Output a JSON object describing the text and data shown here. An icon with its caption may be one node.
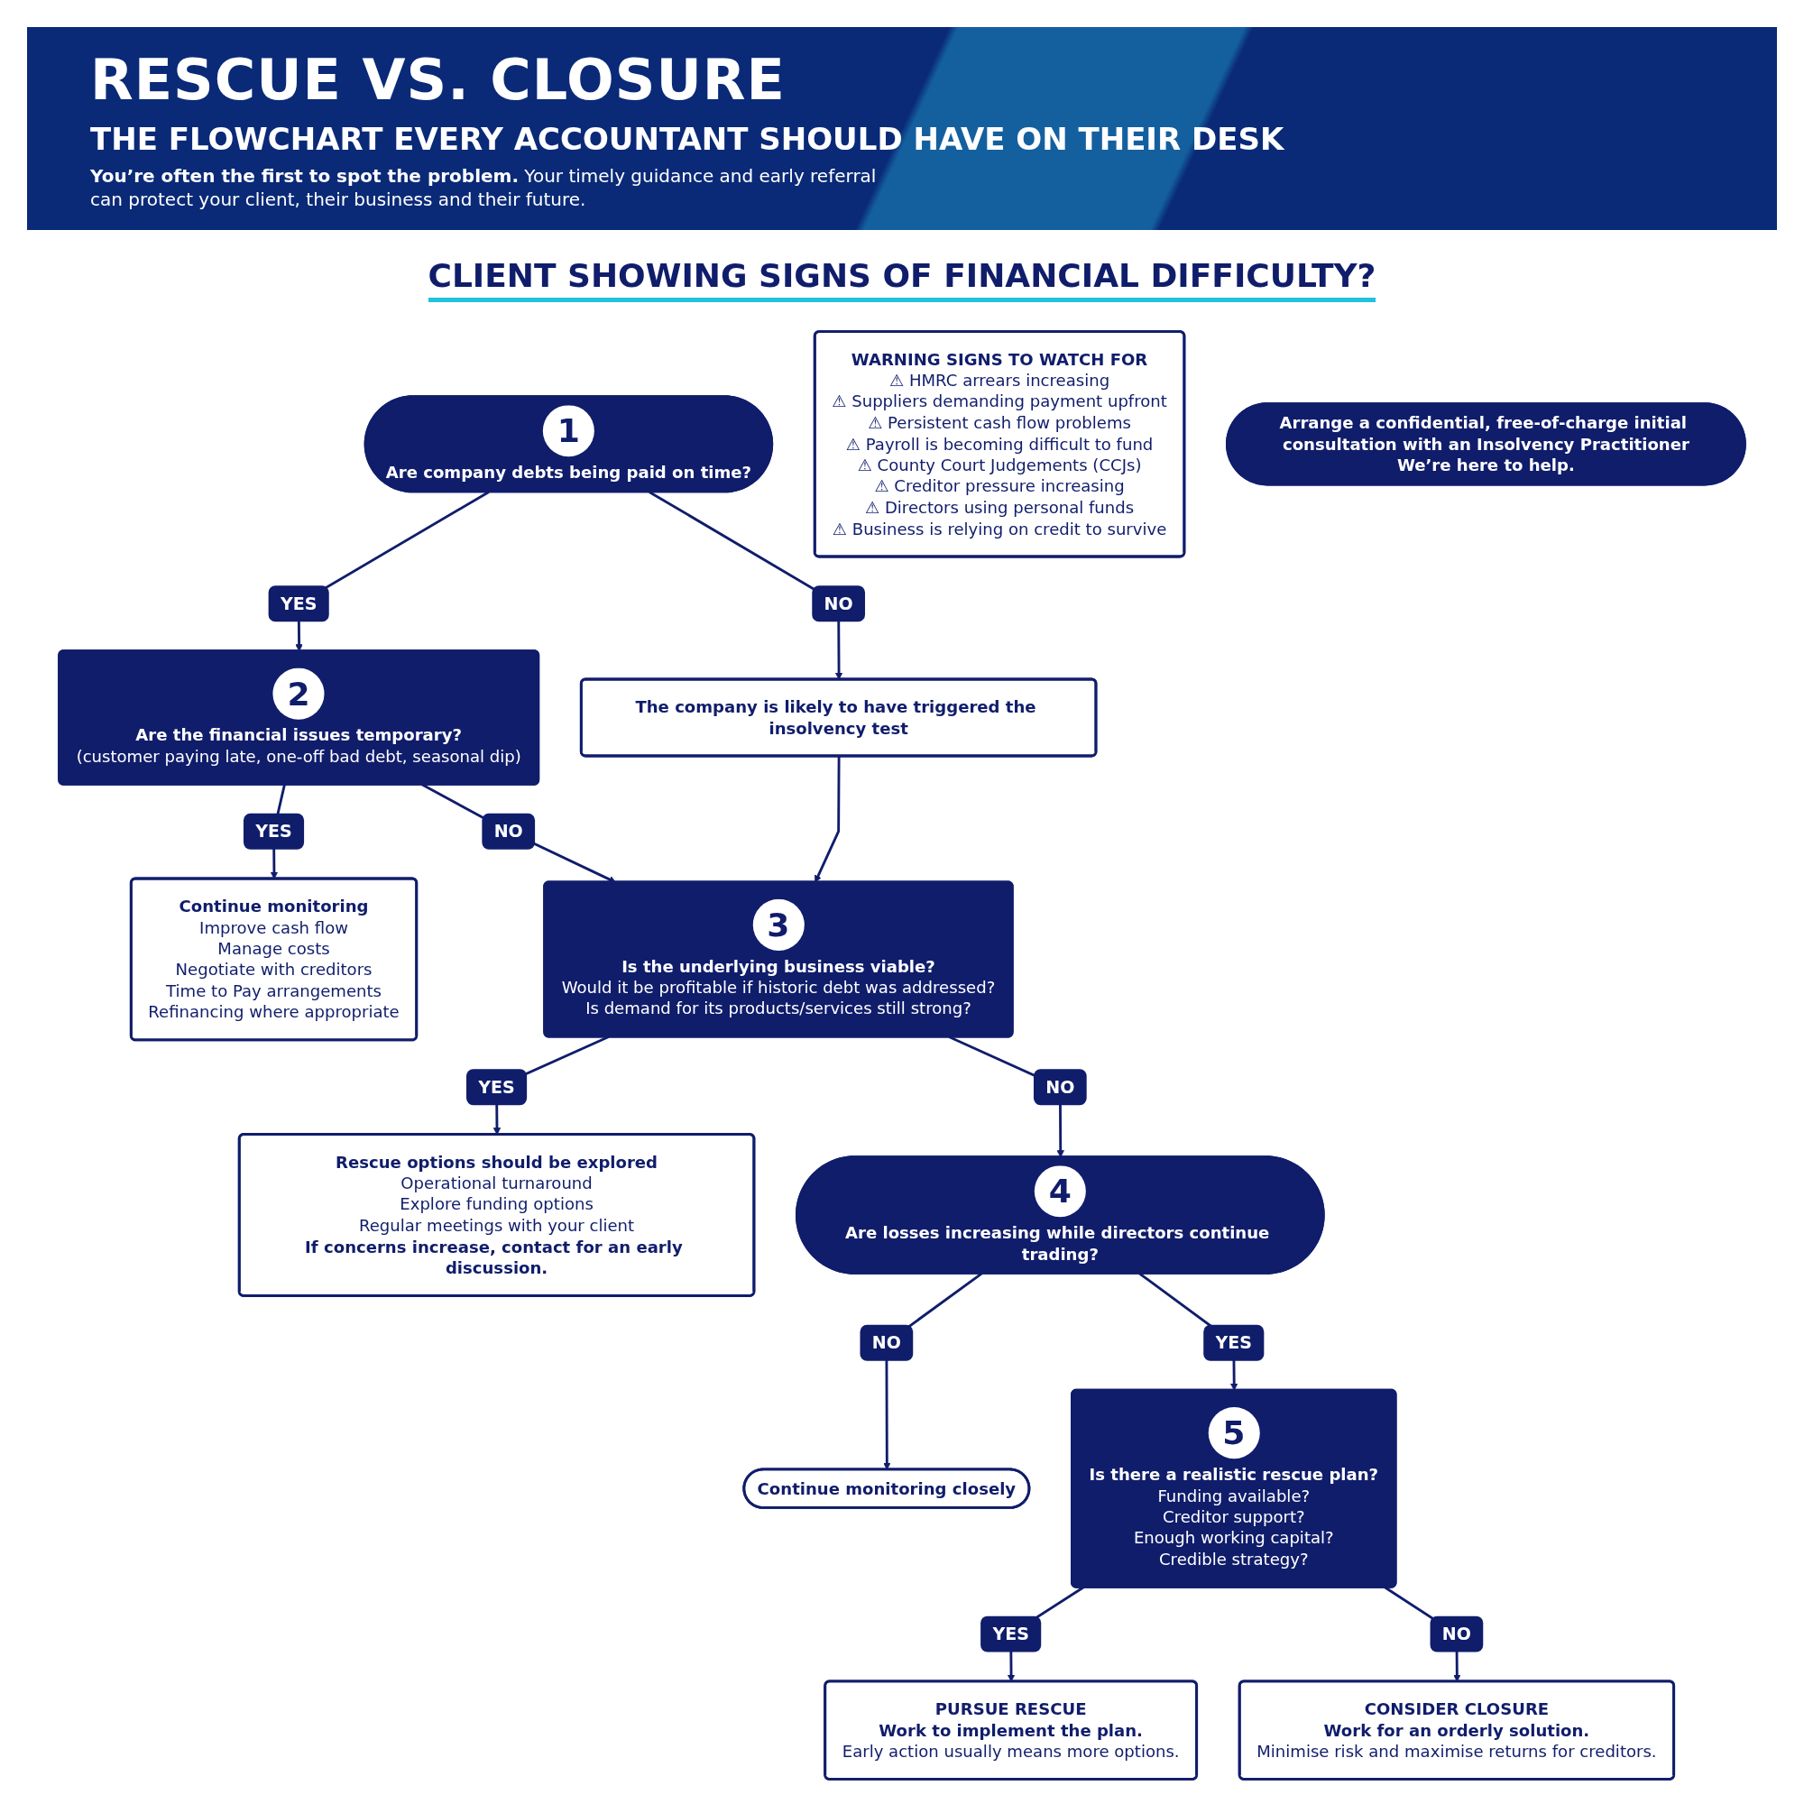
{
  "diagram": {
    "title": "RESCUE VS. CLOSURE",
    "nodes": [
      {
        "text": [
          "1",
          "Are company debts being paid on time?"
        ]
      },
      {
        "text": [
          "2",
          "Are the financial issues temporary?",
          "(customer paying late, one-off bad debt, seasonal dip)"
        ]
      },
      {
        "text": [
          "The company is likely to have triggered the insolvency test"
        ]
      },
      {
        "text": [
          "Continue monitoring",
          "Improve cash flow",
          "Manage costs",
          "Negotiate with creditors",
          "Time to Pay arrangements",
          "Refinancing where appropriate"
        ]
      },
      {
        "text": [
          "3",
          "Is the underlying business viable?",
          "Would it be profitable if historic debt was addressed?",
          "Is demand for its products/services still strong?"
        ]
      },
      {
        "text": [
          "Rescue options should be explored",
          "Operational turnaround",
          "Explore funding options",
          "Regular meetings with your client",
          "If concerns increase, contact for an early discussion."
        ]
      },
      {
        "text": [
          "4",
          "Are losses increasing while directors continue trading?"
        ]
      },
      {
        "text": [
          "Continue monitoring closely"
        ]
      },
      {
        "text": [
          "5",
          "Is there a realistic rescue plan?",
          "Funding available?",
          "Creditor support?",
          "Enough working capital?",
          "Credible strategy?"
        ]
      },
      {
        "text": [
          "PURSUE RESCUE",
          "Work to implement the plan.",
          "Early action usually means more options."
        ]
      },
      {
        "text": [
          "CONSIDER CLOSURE",
          "Work for an orderly solution.",
          "Minimise risk and maximise returns for creditors."
        ]
      },
      {
        "text": [
          "WARNING SIGNS TO WATCH FOR",
          "⚠ HMRC arrears increasing",
          "⚠ Suppliers demanding payment upfront",
          "⚠ Persistent cash flow problems",
          "⚠ Payroll is becoming difficult to fund",
          "⚠ County Court Judgements (CCJs)",
          "⚠ Creditor pressure increasing",
          "⚠ Directors using personal funds",
          "⚠ Business is relying on credit to survive"
        ]
      },
      {
        "text": [
          "Arrange a confidential, free-of-charge initial consultation with an Insolvency Practitioner",
          "We’re here to help."
        ]
      }
    ],
    "edges": [
      {
        "from": 0,
        "to": 1,
        "arrow": "to",
        "label": "YES"
      },
      {
        "from": 0,
        "to": 2,
        "arrow": "to",
        "label": "NO"
      },
      {
        "from": 1,
        "to": 3,
        "arrow": "to",
        "label": "YES"
      },
      {
        "from": 1,
        "to": 4,
        "arrow": "to",
        "label": "NO"
      },
      {
        "from": 2,
        "to": 4,
        "arrow": "to"
      },
      {
        "from": 4,
        "to": 5,
        "arrow": "to",
        "label": "YES"
      },
      {
        "from": 4,
        "to": 6,
        "arrow": "to",
        "label": "NO"
      },
      {
        "from": 6,
        "to": 8,
        "arrow": "to",
        "label": "YES"
      },
      {
        "from": 6,
        "to": 7,
        "arrow": "to",
        "label": "NO"
      },
      {
        "from": 8,
        "to": 9,
        "arrow": "to",
        "label": "YES"
      },
      {
        "from": 8,
        "to": 10,
        "arrow": "to",
        "label": "NO"
      }
    ],
    "labels": [
      "THE FLOWCHART EVERY ACCOUNTANT SHOULD HAVE ON THEIR DESK",
      "**You’re often the first to spot the problem.** Your timely guidance and early referral can protect your client, their business and their future.",
      "CLIENT SHOWING SIGNS OF FINANCIAL DIFFICULTY?"
    ]
  }
}
